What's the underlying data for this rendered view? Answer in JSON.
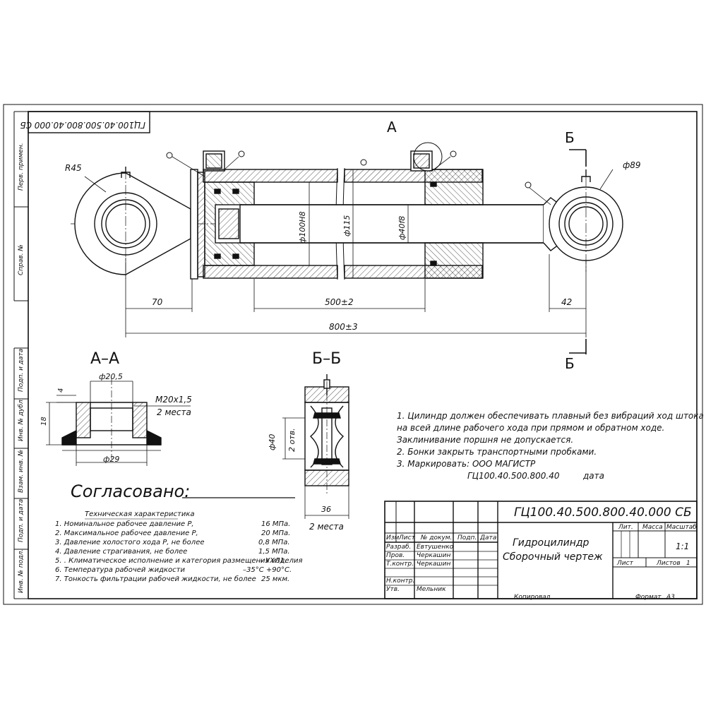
{
  "code_stamp_top": "ГЦ100.40.500.800.40.000 СБ",
  "side_labels": {
    "perv_primen": "Перв. примен.",
    "sprav_no": "Справ. №",
    "podp_data_1": "Подп. и дата",
    "inv_dubl": "Инв. № дубл.",
    "vzam_inv": "Взам. инв. №",
    "podp_data_2": "Подп. и дата",
    "inv_podl": "Инв. № подл."
  },
  "main_view": {
    "section_a": "А",
    "section_b_top": "Б",
    "section_b_bottom": "Б",
    "radius": "R45",
    "dia_89": "ф89",
    "dia_bore": "ф100Н8",
    "dia_outer": "ф115",
    "dia_rod": "ф40f8",
    "dim_70": "70",
    "dim_500": "500±2",
    "dim_42": "42",
    "dim_800": "800±3"
  },
  "section_aa": {
    "title": "А–А",
    "dia_20_5": "ф20,5",
    "thread": "М20х1,5",
    "places": "2 места",
    "dim_4": "4",
    "dim_18": "18",
    "dia_29": "ф29"
  },
  "section_bb": {
    "title": "Б–Б",
    "dia_40": "ф40",
    "holes": "2 отв.",
    "dim_36": "36",
    "places": "2 места"
  },
  "notes": [
    "1. Цилиндр должен обеспечивать плавный без вибраций ход штока",
    "на всей длине рабочего хода при прямом и обратном ходе.",
    "Заклинивание поршня не допускается.",
    "2. Бонки закрыть транспортными пробками.",
    "3. Маркировать: ООО МАГИСТР"
  ],
  "marking_code": "ГЦ100.40.500.800.40",
  "marking_date": "дата",
  "agreed": "Согласовано:",
  "tech_title": "Техническая характеристика",
  "tech_specs": [
    {
      "label": "1. Номинальное рабочее давление   Р,",
      "value": "16 МПа."
    },
    {
      "label": "2. Максимальное рабочее давление Р,",
      "value": "20 МПа."
    },
    {
      "label": "3. Давление холостого хода Р,     не более",
      "value": "0,8 МПа."
    },
    {
      "label": "4. Давление страгивания,                              не более",
      "value": "1,5 МПа."
    },
    {
      "label": "5. . Климатическое исполнение и категория размещения изделия",
      "value": "– УХЛ1."
    },
    {
      "label": "6. Температура рабочей жидкости",
      "value": "–35°С +90°С."
    },
    {
      "label": "7. Тонкость фильтрации рабочей жидкости, не более",
      "value": "25 мкм."
    }
  ],
  "title_block": {
    "doc_code": "ГЦ100.40.500.800.40.000 СБ",
    "name_line1": "Гидроцилиндр",
    "name_line2": "Сборочный чертеж",
    "col_izm": "Изм",
    "col_list": "Лист",
    "col_doc": "№ докум.",
    "col_podp": "Подп.",
    "col_data": "Дата",
    "razrab_label": "Разраб.",
    "razrab_name": "Евтушенко",
    "prov_label": "Пров.",
    "prov_name": "Черкашин",
    "tkontr_label": "Т.контр.",
    "tkontr_name": "Черкашин",
    "nkontr_label": "Н.контр.",
    "utv_label": "Утв.",
    "utv_name": "Мельник",
    "lit_label": "Лит.",
    "massa_label": "Масса",
    "masshtab_label": "Масштаб",
    "scale": "1:1",
    "list_label": "Лист",
    "listov_label": "Листов",
    "listov_value": "1",
    "kopiroval": "Копировал",
    "format_label": "Формат",
    "format_value": "А3"
  }
}
